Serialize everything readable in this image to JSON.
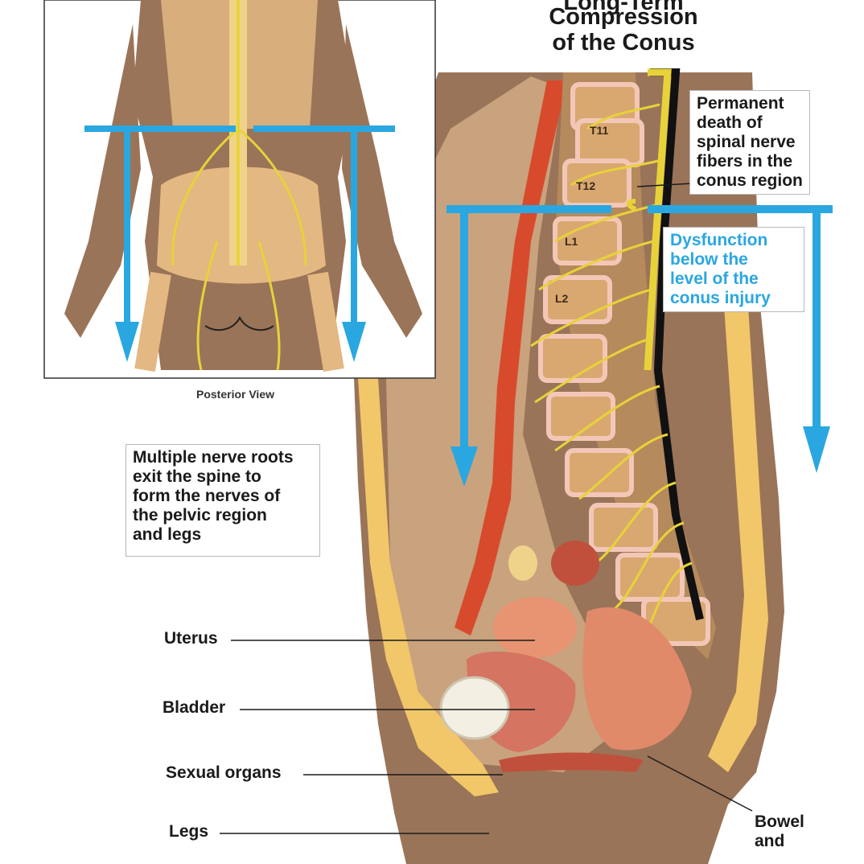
{
  "title": {
    "lines": [
      "Long-Term",
      "Compression",
      "of the Conus"
    ]
  },
  "inset": {
    "caption": "Posterior View"
  },
  "callouts": {
    "permanent_death": [
      "Permanent",
      "death of",
      "spinal nerve",
      "fibers in the",
      "conus region"
    ],
    "dysfunction": [
      "Dysfunction",
      "below the",
      "level of the",
      "conus injury"
    ],
    "nerve_roots": [
      "Multiple nerve roots",
      "exit the spine to",
      "form the nerves of",
      "the pelvic region",
      "and legs"
    ]
  },
  "vertebrae": [
    "T11",
    "T12",
    "L1",
    "L2"
  ],
  "organs": {
    "uterus": "Uterus",
    "bladder": "Bladder",
    "sexual_organs": "Sexual organs",
    "legs": "Legs",
    "bowel_line1": "Bowel",
    "bowel_line2": "and"
  },
  "colors": {
    "arrow_blue": "#2aa7e0",
    "skin": "#9a7458",
    "bone": "#e3b882",
    "nerve": "#e8d23a",
    "fat": "#f1c769",
    "artery": "#d84a2c"
  }
}
